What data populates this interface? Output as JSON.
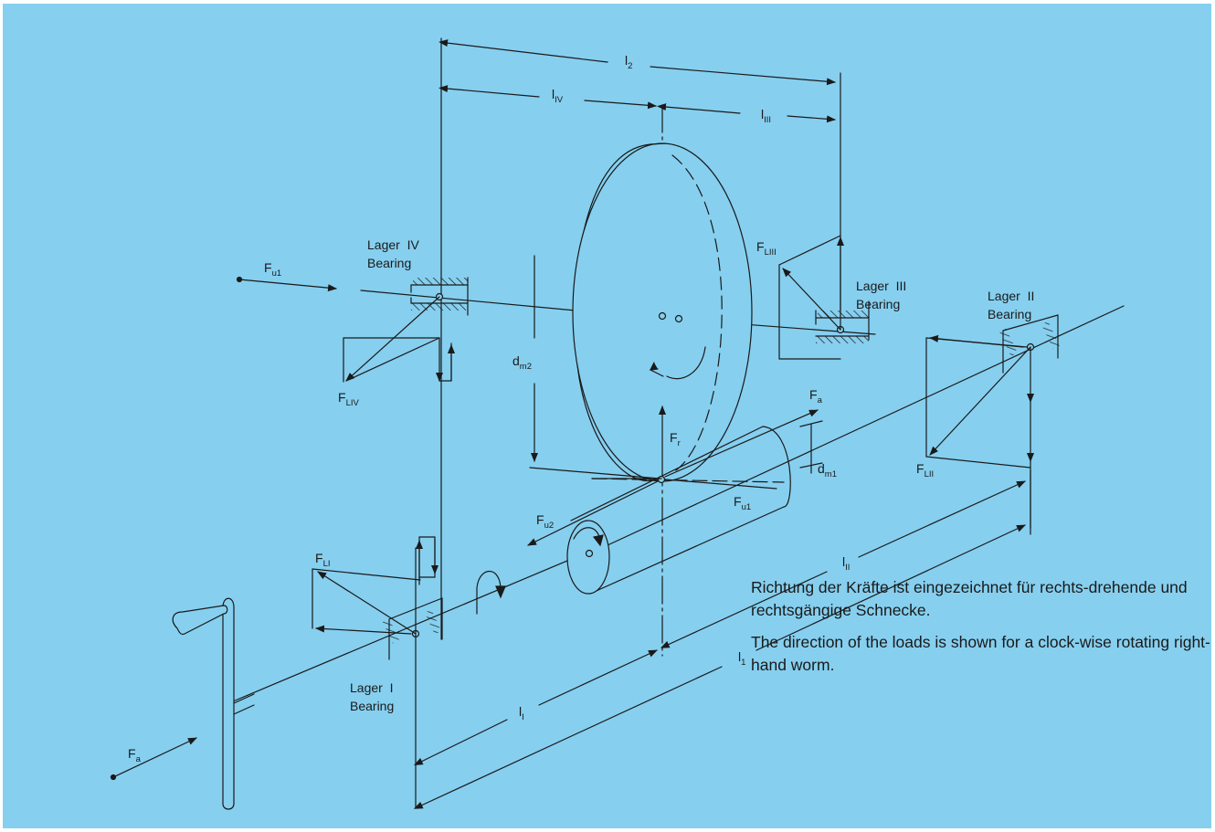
{
  "diagram": {
    "colors": {
      "background": "#86cfef",
      "ink": "#1a1a1a"
    },
    "dimensions": {
      "l2": {
        "main": "l",
        "sub": "2"
      },
      "lIV": {
        "main": "l",
        "sub": "IV"
      },
      "lIII": {
        "main": "l",
        "sub": "III"
      },
      "lII": {
        "main": "l",
        "sub": "II"
      },
      "l1": {
        "main": "l",
        "sub": "1"
      },
      "lI": {
        "main": "l",
        "sub": "I"
      },
      "dm2": {
        "main": "d",
        "sub": "m2"
      },
      "dm1": {
        "main": "d",
        "sub": "m1"
      }
    },
    "forces": {
      "Fu1_left": {
        "main": "F",
        "sub": "u1"
      },
      "Fu1_mesh": {
        "main": "F",
        "sub": "u1"
      },
      "Fu2": {
        "main": "F",
        "sub": "u2"
      },
      "Fa_top": {
        "main": "F",
        "sub": "a"
      },
      "Fa_bottom": {
        "main": "F",
        "sub": "a"
      },
      "Fr": {
        "main": "F",
        "sub": "r"
      },
      "FLIV": {
        "main": "F",
        "sub": "LIV"
      },
      "FLIII": {
        "main": "F",
        "sub": "LIII"
      },
      "FLII": {
        "main": "F",
        "sub": "LII"
      },
      "FLI": {
        "main": "F",
        "sub": "LI"
      }
    },
    "bearings": {
      "IV": {
        "de": "Lager  IV",
        "en": "Bearing"
      },
      "III": {
        "de": "Lager  III",
        "en": "Bearing"
      },
      "II": {
        "de": "Lager  II",
        "en": "Bearing"
      },
      "I": {
        "de": "Lager  I",
        "en": "Bearing"
      }
    }
  },
  "note": {
    "german": "Richtung der Kräfte ist eingezeichnet für rechts-drehende und rechtsgängige Schnecke.",
    "english": "The direction of the loads is shown for a clock-wise rotating right-hand worm."
  }
}
